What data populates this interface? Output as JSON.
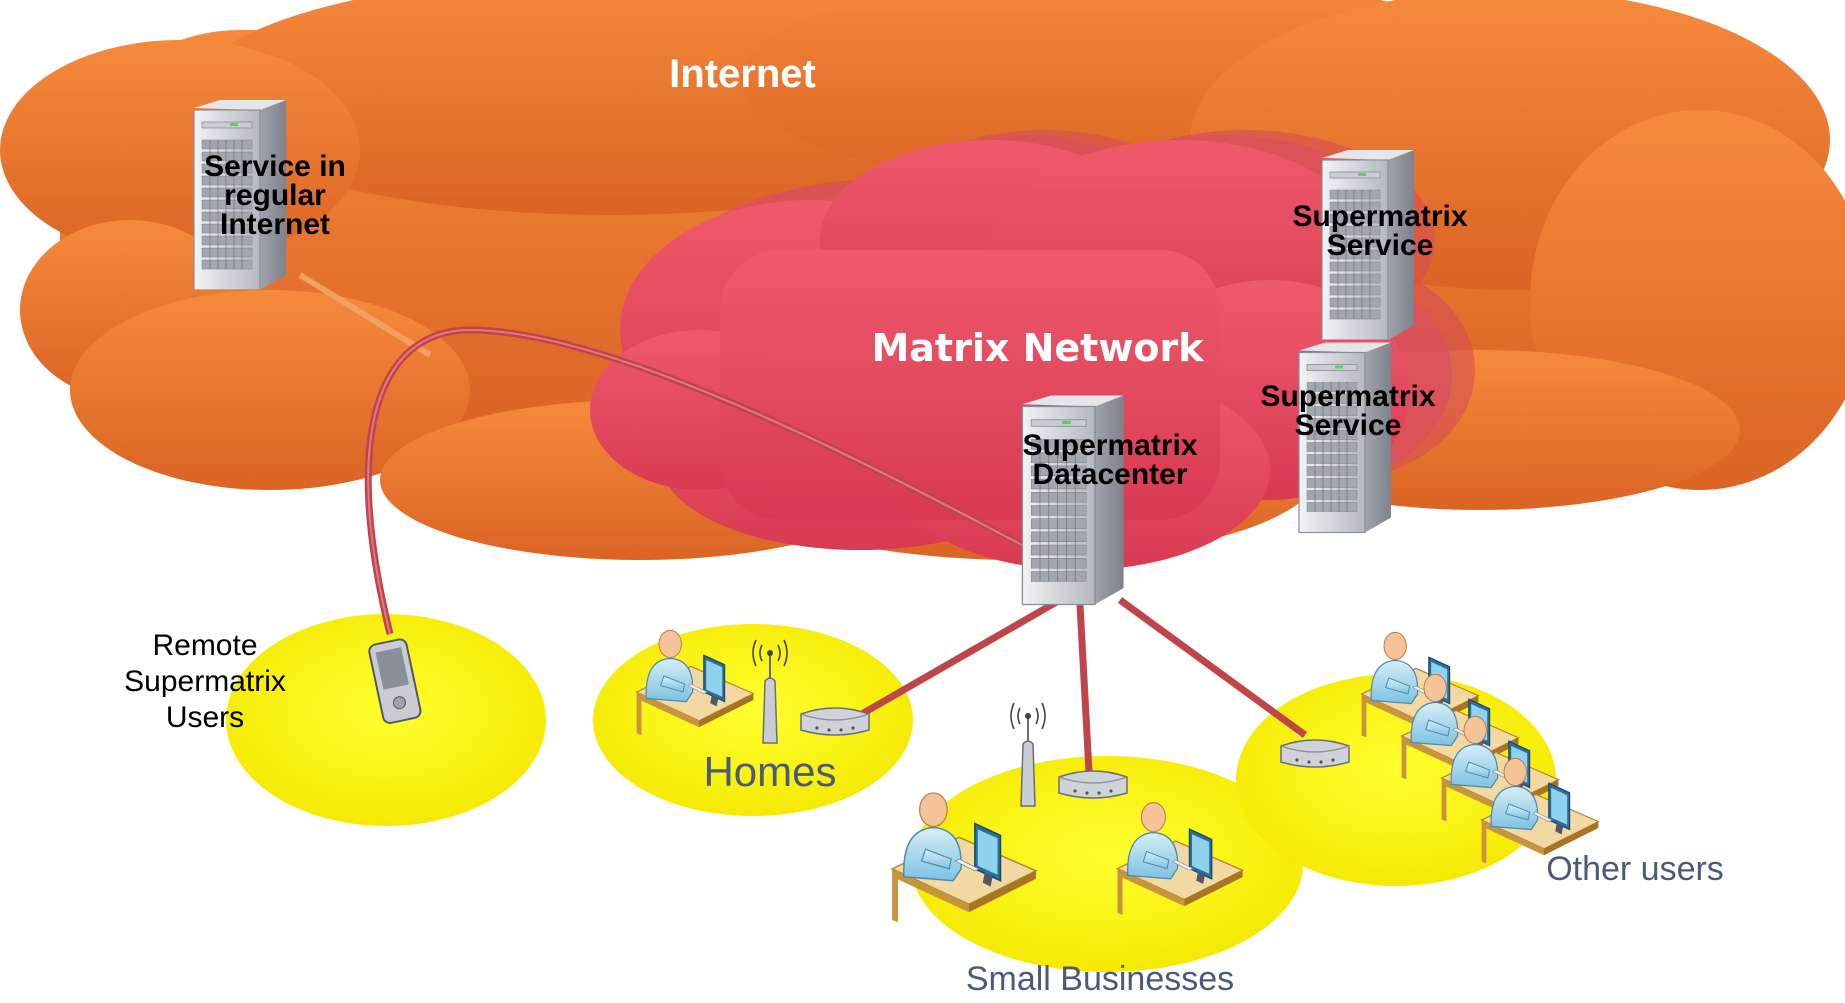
{
  "labels": {
    "internet": "Internet",
    "matrix_network": "Matrix Network",
    "service_regular_internet": [
      "Service in",
      "regular",
      "Internet"
    ],
    "supermatrix_service_1": [
      "Supermatrix",
      "Service"
    ],
    "supermatrix_service_2": [
      "Supermatrix",
      "Service"
    ],
    "supermatrix_datacenter": [
      "Supermatrix",
      "Datacenter"
    ],
    "remote_users": [
      "Remote",
      "Supermatrix",
      "Users"
    ],
    "homes": "Homes",
    "small_businesses": "Small Businesses",
    "other_users": "Other users"
  },
  "colors": {
    "internet_cloud": "#ef7a30",
    "matrix_cloud": "#e8485e",
    "user_zone": "#fcf400",
    "link": "#c0454a",
    "server": "#c9ccd2"
  },
  "icons": [
    "server-icon",
    "router-icon",
    "antenna-icon",
    "workstation-user-icon",
    "pda-icon"
  ]
}
